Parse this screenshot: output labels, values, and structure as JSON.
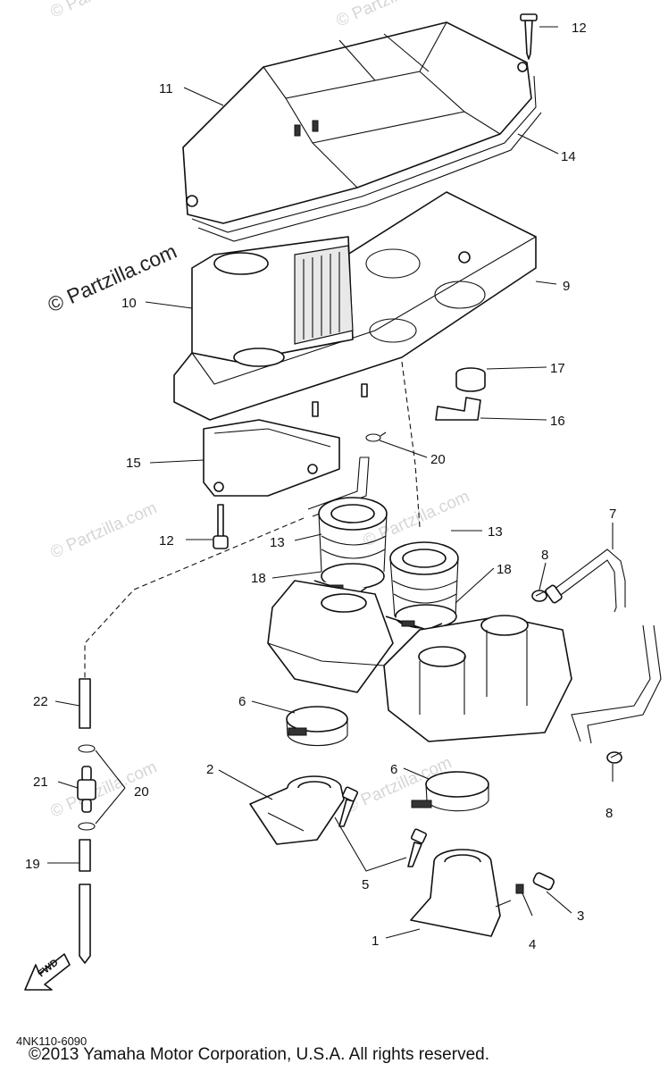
{
  "watermark": "© Partzilla.com",
  "callouts": [
    "1",
    "2",
    "3",
    "4",
    "5",
    "6",
    "7",
    "8",
    "9",
    "10",
    "11",
    "12",
    "13",
    "14",
    "15",
    "16",
    "17",
    "18",
    "19",
    "20",
    "21",
    "22"
  ],
  "fwd_label": "FWD",
  "drawing_code": "4NK110-6090",
  "copyright": "©2013  Yamaha Motor Corporation, U.S.A. All rights reserved."
}
